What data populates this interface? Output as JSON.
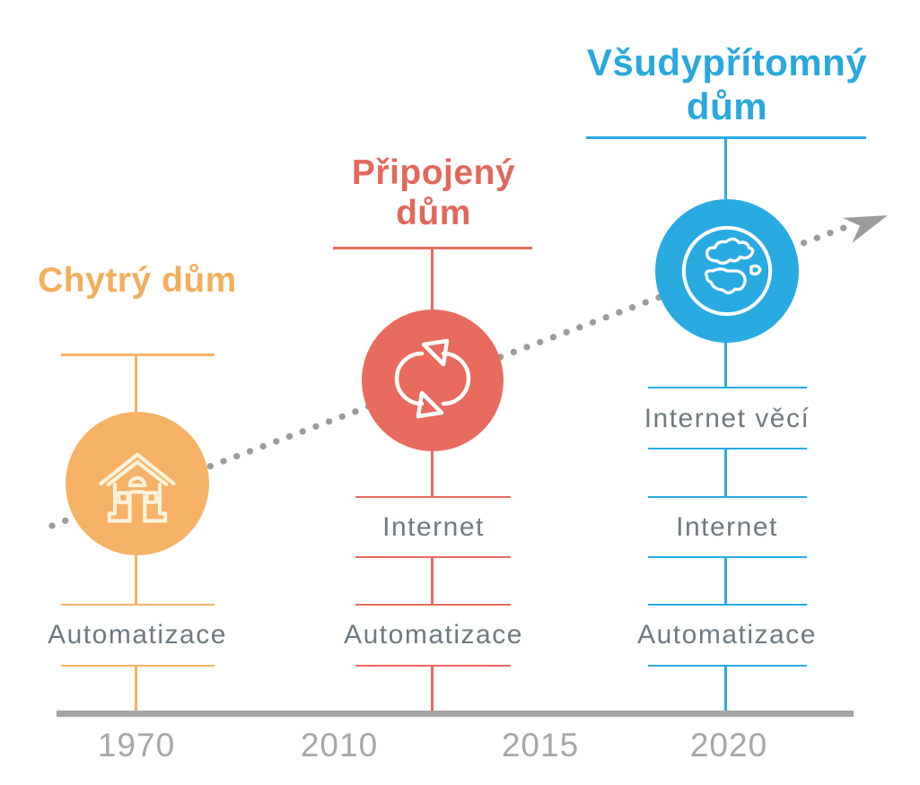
{
  "diagram": {
    "stages": [
      {
        "title": "Chytrý dům",
        "icon": "house-icon",
        "color": "#F5B266",
        "features": [
          "Automatizace"
        ]
      },
      {
        "title": "Připojený dům",
        "icon": "sync-icon",
        "color": "#E96A5E",
        "features": [
          "Internet",
          "Automatizace"
        ]
      },
      {
        "title": "Všudypřítomný dům",
        "icon": "globe-icon",
        "color": "#29ABE2",
        "features": [
          "Internet věcí",
          "Internet",
          "Automatizace"
        ]
      }
    ],
    "timeline": {
      "years": [
        "1970",
        "2010",
        "2015",
        "2020"
      ],
      "axis_color": "#A4A4A4"
    },
    "trend_arrow_color": "#9B9B9B",
    "text_colors": {
      "feature_label": "#6E7982",
      "year_label": "#A6A6A6"
    }
  }
}
